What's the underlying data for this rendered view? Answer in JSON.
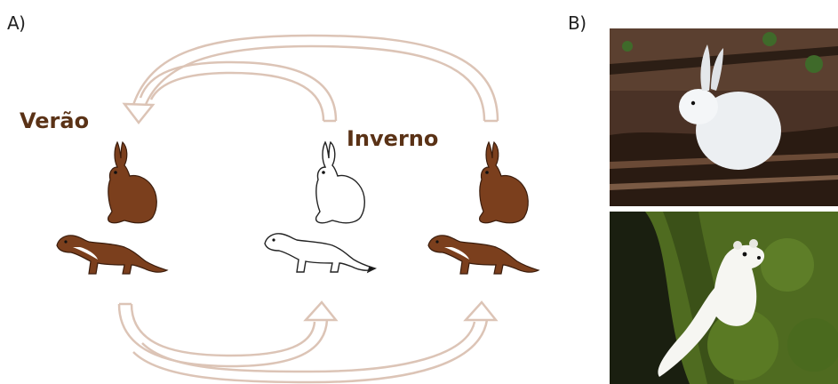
{
  "panel_a": {
    "label": "A)"
  },
  "panel_b": {
    "label": "B)"
  },
  "seasons": {
    "summer": "Verão",
    "winter": "Inverno"
  },
  "colors": {
    "summer_coat": "#7b3f1d",
    "winter_coat": "#ffffff",
    "arrow_stroke": "#dcc4b6",
    "label_brown": "#5a3216"
  },
  "photos": [
    {
      "subject": "white-snowshoe-hare-in-forest"
    },
    {
      "subject": "white-ermine-on-mossy-tree"
    }
  ]
}
